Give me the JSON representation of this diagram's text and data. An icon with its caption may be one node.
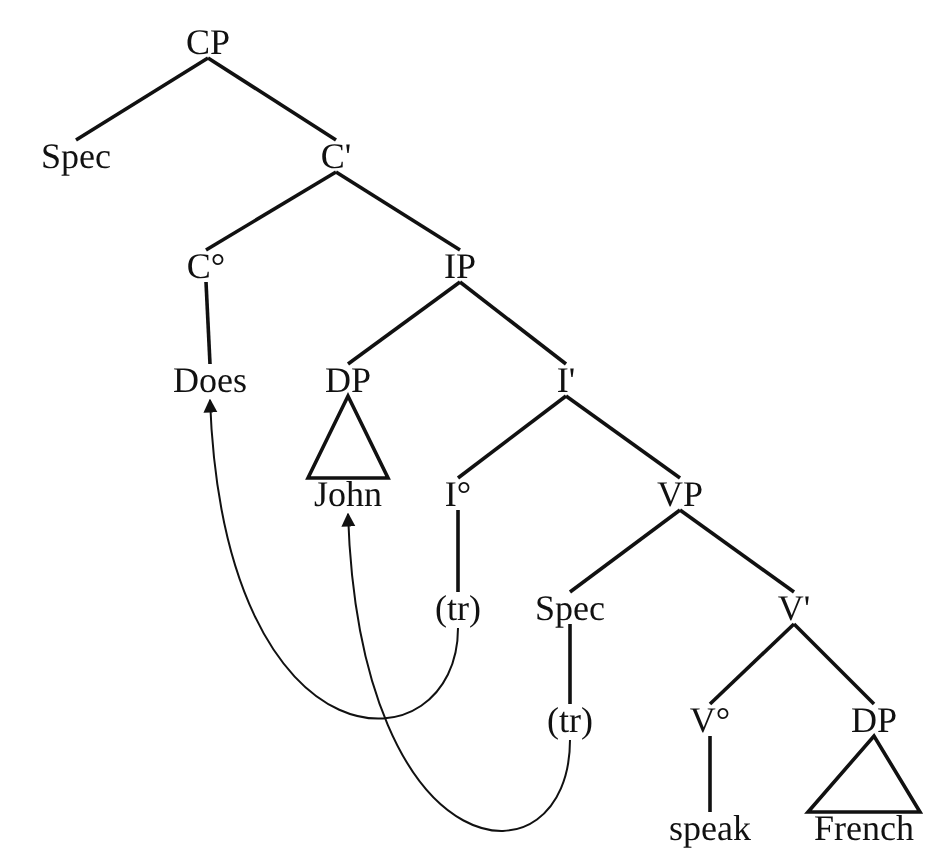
{
  "diagram": {
    "nodes": [
      {
        "text": [
          "CP"
        ]
      },
      {
        "text": [
          "Spec"
        ]
      },
      {
        "text": [
          "C'"
        ]
      },
      {
        "text": [
          "C°"
        ]
      },
      {
        "text": [
          "IP"
        ]
      },
      {
        "text": [
          "Does"
        ]
      },
      {
        "text": [
          "DP"
        ]
      },
      {
        "text": [
          "I'"
        ]
      },
      {
        "text": [
          "John"
        ]
      },
      {
        "text": [
          "I°"
        ]
      },
      {
        "text": [
          "VP"
        ]
      },
      {
        "text": [
          "(tr)"
        ]
      },
      {
        "text": [
          "Spec"
        ]
      },
      {
        "text": [
          "V'"
        ]
      },
      {
        "text": [
          "(tr)"
        ]
      },
      {
        "text": [
          "V°"
        ]
      },
      {
        "text": [
          "DP"
        ]
      },
      {
        "text": [
          "speak"
        ]
      },
      {
        "text": [
          "French"
        ]
      }
    ],
    "edges": [
      {
        "from": 0,
        "to": 1,
        "arrow": "none"
      },
      {
        "from": 0,
        "to": 2,
        "arrow": "none"
      },
      {
        "from": 2,
        "to": 3,
        "arrow": "none"
      },
      {
        "from": 2,
        "to": 4,
        "arrow": "none"
      },
      {
        "from": 3,
        "to": 5,
        "arrow": "none"
      },
      {
        "from": 4,
        "to": 6,
        "arrow": "none"
      },
      {
        "from": 4,
        "to": 7,
        "arrow": "none"
      },
      {
        "from": 6,
        "to": 8,
        "arrow": "none"
      },
      {
        "from": 7,
        "to": 9,
        "arrow": "none"
      },
      {
        "from": 7,
        "to": 10,
        "arrow": "none"
      },
      {
        "from": 9,
        "to": 11,
        "arrow": "none"
      },
      {
        "from": 10,
        "to": 12,
        "arrow": "none"
      },
      {
        "from": 10,
        "to": 13,
        "arrow": "none"
      },
      {
        "from": 12,
        "to": 14,
        "arrow": "none"
      },
      {
        "from": 13,
        "to": 15,
        "arrow": "none"
      },
      {
        "from": 13,
        "to": 16,
        "arrow": "none"
      },
      {
        "from": 15,
        "to": 17,
        "arrow": "none"
      },
      {
        "from": 16,
        "to": 18,
        "arrow": "none"
      },
      {
        "from": 11,
        "to": 5,
        "arrow": "to"
      },
      {
        "from": 14,
        "to": 8,
        "arrow": "to"
      }
    ]
  }
}
